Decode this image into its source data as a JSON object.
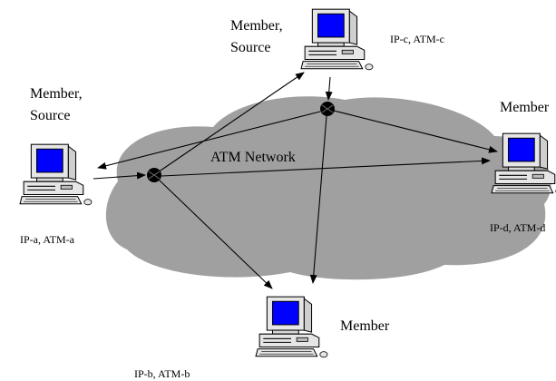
{
  "network": {
    "label": "ATM Network",
    "cloud_color": "#a0a0a0",
    "switch_color": "#000000"
  },
  "hosts": [
    {
      "id": "a",
      "role_line1": "Member,",
      "role_line2": "Source",
      "address": "IP-a, ATM-a"
    },
    {
      "id": "b",
      "role_line1": "Member",
      "role_line2": "",
      "address": "IP-b, ATM-b"
    },
    {
      "id": "c",
      "role_line1": "Member,",
      "role_line2": "Source",
      "address": "IP-c, ATM-c"
    },
    {
      "id": "d",
      "role_line1": "Member",
      "role_line2": "",
      "address": "IP-d, ATM-d"
    }
  ],
  "colors": {
    "screen": "#0000ff",
    "computer_body": "#e0e0e0",
    "outline": "#000000",
    "arrow": "#000000"
  },
  "icons": {
    "computer": "computer-icon",
    "switch": "atm-switch-icon"
  }
}
